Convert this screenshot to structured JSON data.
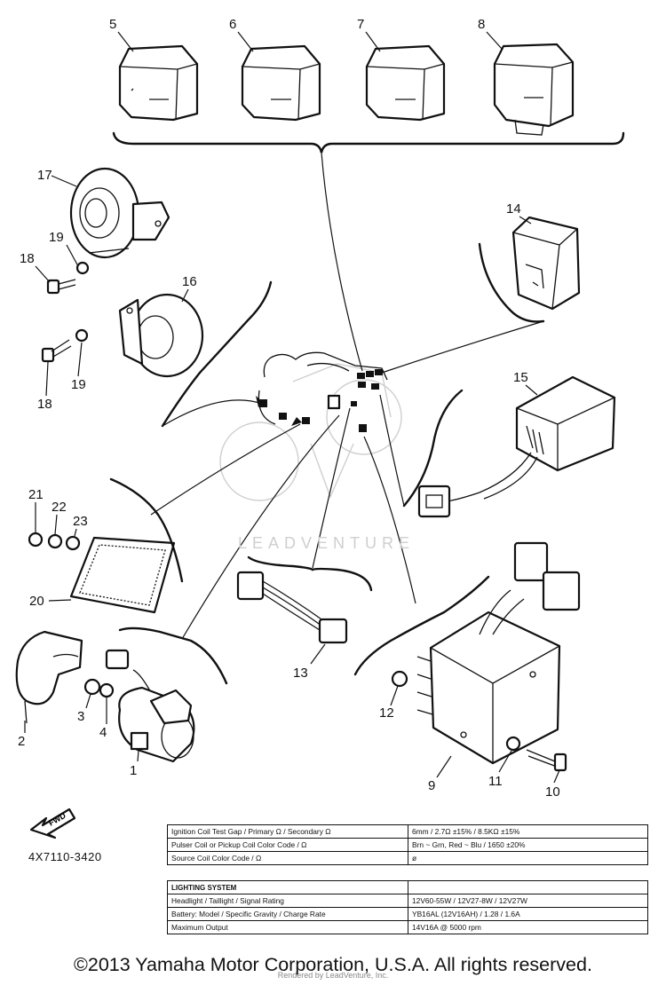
{
  "callouts": [
    "1",
    "2",
    "3",
    "4",
    "5",
    "6",
    "7",
    "8",
    "9",
    "10",
    "11",
    "12",
    "13",
    "14",
    "15",
    "16",
    "17",
    "18",
    "18",
    "19",
    "19",
    "20",
    "21",
    "22",
    "23"
  ],
  "fwd_label": "FWD",
  "part_code": "4X7110-3420",
  "spec_table_1": [
    {
      "label": "Ignition Coil Test Gap / Primary Ω / Secondary Ω",
      "value": "6mm / 2.7Ω ±15% / 8.5KΩ ±15%"
    },
    {
      "label": "Pulser Coil or Pickup Coil Color Code / Ω",
      "value": "Brn ~ Grn, Red ~ Blu / 1650 ±20%"
    },
    {
      "label": "Source Coil Color Code / Ω",
      "value": "ø"
    }
  ],
  "spec_table_2": {
    "header": "Lighting System",
    "rows": [
      {
        "label": "Headlight / Taillight / Signal Rating",
        "value": "12V60-55W / 12V27-8W / 12V27W"
      },
      {
        "label": "Battery: Model / Specific Gravity / Charge Rate",
        "value": "YB16AL (12V16AH) / 1.28 / 1.6A"
      },
      {
        "label": "Maximum Output",
        "value": "14V16A @ 5000 rpm"
      }
    ]
  },
  "watermark_text": "LEADVENTURE",
  "watermark_sub": "Rendered by LeadVenture, Inc.",
  "copyright": "©2013 Yamaha Motor Corporation, U.S.A. All rights reserved."
}
